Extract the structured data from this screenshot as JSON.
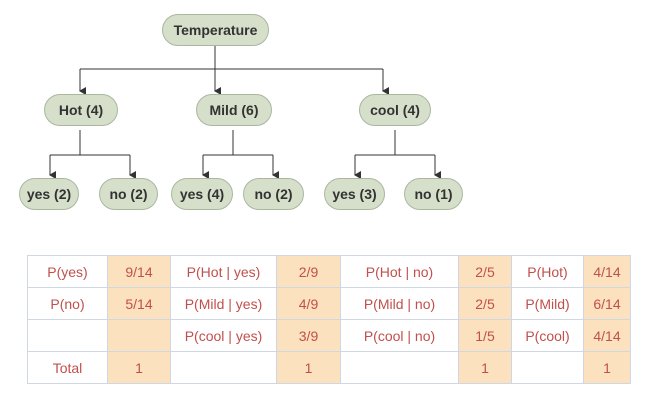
{
  "tree": {
    "root": "Temperature",
    "branches": [
      {
        "label": "Hot (4)",
        "yes": "yes (2)",
        "no": "no (2)"
      },
      {
        "label": "Mild (6)",
        "yes": "yes (4)",
        "no": "no (2)"
      },
      {
        "label": "cool (4)",
        "yes": "yes (3)",
        "no": "no (1)"
      }
    ]
  },
  "table": {
    "rows": [
      [
        "P(yes)",
        "9/14",
        "P(Hot | yes)",
        "2/9",
        "P(Hot | no)",
        "2/5",
        "P(Hot)",
        "4/14"
      ],
      [
        "P(no)",
        "5/14",
        "P(Mild | yes)",
        "4/9",
        "P(Mild | no)",
        "2/5",
        "P(Mild)",
        "6/14"
      ],
      [
        "",
        "",
        "P(cool | yes)",
        "3/9",
        "P(cool | no)",
        "1/5",
        "P(cool)",
        "4/14"
      ],
      [
        "Total",
        "1",
        "",
        "1",
        "",
        "1",
        "",
        "1"
      ]
    ]
  },
  "colors": {
    "node_fill": "#d5dfc9",
    "node_border": "#aab7a0",
    "value_cell_fill": "#fbe1bd",
    "table_text": "#c0504d"
  }
}
